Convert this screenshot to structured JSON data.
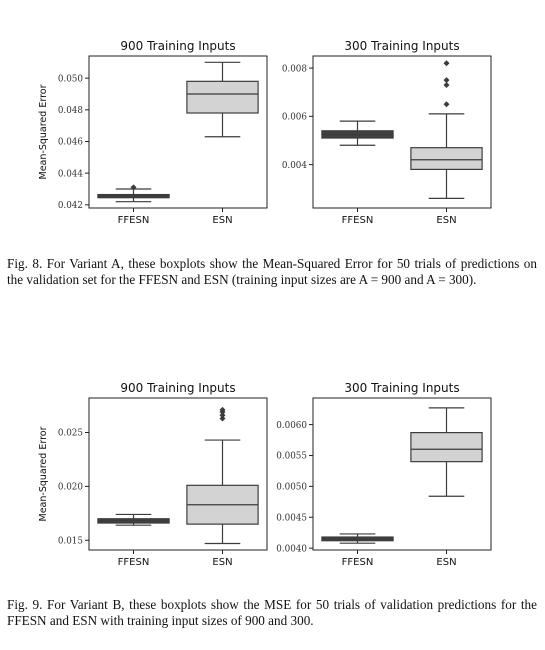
{
  "figures": [
    {
      "ylabel": "Mean-Squared Error",
      "caption": {
        "text": "Fig. 8.  For Variant A, these boxplots show the Mean-Squared Error for 50 trials of predictions on the validation set for the FFESN and ESN (training input sizes are A = 900 and A = 300)."
      }
    },
    {
      "ylabel": "Mean-Squared Error",
      "caption": {
        "text": "Fig. 9.  For Variant B, these boxplots show the MSE for 50 trials of validation predictions for the FFESN and ESN with training input sizes of 900 and 300."
      }
    }
  ],
  "chart_data": [
    {
      "type": "boxplot",
      "title": "900 Training Inputs",
      "ylabel": "Mean-Squared Error",
      "categories": [
        "FFESN",
        "ESN"
      ],
      "yticks": [
        "0.042",
        "0.044",
        "0.046",
        "0.048",
        "0.050"
      ],
      "ylim": [
        0.0418,
        0.0514
      ],
      "boxes": [
        {
          "category": "FFESN",
          "whislo": 0.0422,
          "q1": 0.04245,
          "median": 0.04255,
          "q3": 0.04265,
          "whishi": 0.043,
          "fliers": [
            0.0431
          ],
          "color": "#404040"
        },
        {
          "category": "ESN",
          "whislo": 0.0463,
          "q1": 0.0478,
          "median": 0.049,
          "q3": 0.0498,
          "whishi": 0.051,
          "fliers": [],
          "color": "#d3d3d3"
        }
      ]
    },
    {
      "type": "boxplot",
      "title": "300 Training Inputs",
      "ylabel": "",
      "categories": [
        "FFESN",
        "ESN"
      ],
      "yticks": [
        "0.004",
        "0.006",
        "0.008"
      ],
      "ylim": [
        0.0022,
        0.0085
      ],
      "boxes": [
        {
          "category": "FFESN",
          "whislo": 0.0048,
          "q1": 0.0051,
          "median": 0.00522,
          "q3": 0.0054,
          "whishi": 0.0058,
          "fliers": [],
          "color": "#404040"
        },
        {
          "category": "ESN",
          "whislo": 0.0026,
          "q1": 0.0038,
          "median": 0.0042,
          "q3": 0.0047,
          "whishi": 0.0061,
          "fliers": [
            0.0065,
            0.0073,
            0.0075,
            0.0082
          ],
          "color": "#d3d3d3"
        }
      ]
    },
    {
      "type": "boxplot",
      "title": "900 Training Inputs",
      "ylabel": "Mean-Squared Error",
      "categories": [
        "FFESN",
        "ESN"
      ],
      "yticks": [
        "0.015",
        "0.020",
        "0.025"
      ],
      "ylim": [
        0.0141,
        0.0282
      ],
      "boxes": [
        {
          "category": "FFESN",
          "whislo": 0.0164,
          "q1": 0.0166,
          "median": 0.0168,
          "q3": 0.017,
          "whishi": 0.0174,
          "fliers": [],
          "color": "#404040"
        },
        {
          "category": "ESN",
          "whislo": 0.0147,
          "q1": 0.0165,
          "median": 0.0183,
          "q3": 0.0201,
          "whishi": 0.0243,
          "fliers": [
            0.0263,
            0.0266,
            0.0269,
            0.0271
          ],
          "color": "#d3d3d3"
        }
      ]
    },
    {
      "type": "boxplot",
      "title": "300 Training Inputs",
      "ylabel": "",
      "categories": [
        "FFESN",
        "ESN"
      ],
      "yticks": [
        "0.0040",
        "0.0045",
        "0.0050",
        "0.0055",
        "0.0060"
      ],
      "ylim": [
        0.00397,
        0.00643
      ],
      "boxes": [
        {
          "category": "FFESN",
          "whislo": 0.00408,
          "q1": 0.00412,
          "median": 0.00415,
          "q3": 0.00418,
          "whishi": 0.00423,
          "fliers": [],
          "color": "#404040"
        },
        {
          "category": "ESN",
          "whislo": 0.00484,
          "q1": 0.0054,
          "median": 0.0056,
          "q3": 0.00587,
          "whishi": 0.00627,
          "fliers": [],
          "color": "#d3d3d3"
        }
      ]
    }
  ]
}
